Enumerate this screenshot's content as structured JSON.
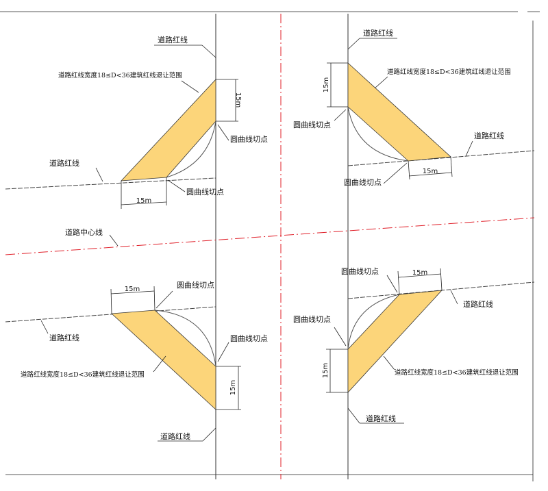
{
  "labels": {
    "road_red_line": "道路红线",
    "road_center_line": "道路中心线",
    "curve_tangent_point": "圆曲线切点",
    "setback_range": "道路红线宽度18≤D<36建筑红线退让范围",
    "dim_15m": "15m"
  },
  "colors": {
    "setback_fill": "#fcd57a",
    "center_line": "#e0202a",
    "lines": "#333333"
  }
}
